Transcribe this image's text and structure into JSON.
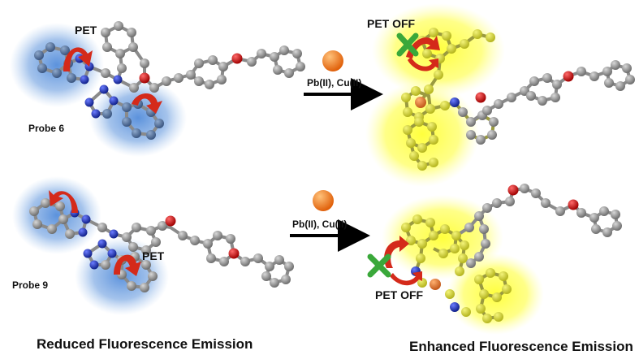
{
  "labels": {
    "pet_top": "PET",
    "pet_bottom": "PET",
    "pet_off_top": "PET OFF",
    "pet_off_bottom": "PET OFF",
    "probe_top": "Probe 6",
    "probe_bottom": "Probe 9",
    "metals_top": "Pb(II), Cu(II)",
    "metals_bottom": "Pb(II), Cu(II)",
    "caption_left": "Reduced Fluorescence Emission",
    "caption_right": "Enhanced Fluorescence Emission"
  },
  "colors": {
    "carbon": "#8a8a8a",
    "nitrogen": "#2233cc",
    "oxygen": "#dd1111",
    "metal_ion": "#f07b1e",
    "blue_glow": "#3f7fd6",
    "yellow_glow": "#ffff33",
    "arrow_red": "#d42a1a",
    "cross_green": "#3aa83a"
  }
}
